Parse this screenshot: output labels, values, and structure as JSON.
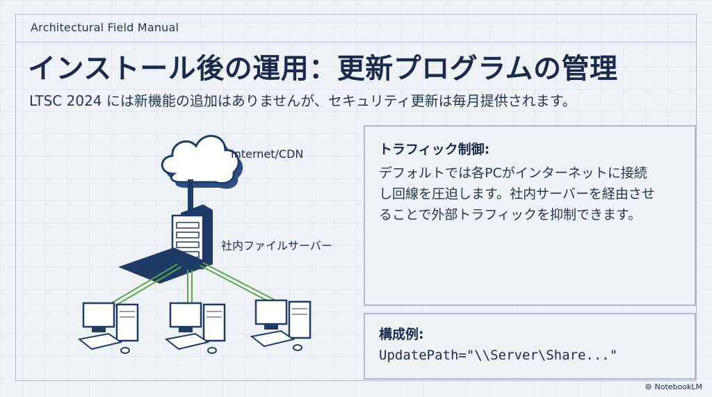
{
  "header": {
    "label": "Architectural Field Manual",
    "title": "インストール後の運用：更新プログラムの管理",
    "subtitle": "LTSC 2024 には新機能の追加はありませんが、セキュリティ更新は毎月提供されます。"
  },
  "diagram": {
    "cloud_label": "Internet/CDN",
    "server_label": "社内ファイルサーバー",
    "icons": [
      "cloud-icon",
      "server-icon",
      "desktop-pc-icon",
      "desktop-pc-icon",
      "desktop-pc-icon"
    ],
    "colors": {
      "navy": "#1f3a66",
      "link_green": "#5aa64a"
    }
  },
  "traffic_panel": {
    "heading": "トラフィック制御:",
    "body_lines": [
      "デフォルトでは各PCがインターネットに接続",
      "し回線を圧迫します。社内サーバーを経由させ",
      "ることで外部トラフィックを抑制できます。"
    ]
  },
  "example_panel": {
    "heading": "構成例:",
    "code": "UpdatePath=\"\\\\Server\\Share...\""
  },
  "brand": {
    "mark": "⊚",
    "name": "NotebookLM"
  }
}
